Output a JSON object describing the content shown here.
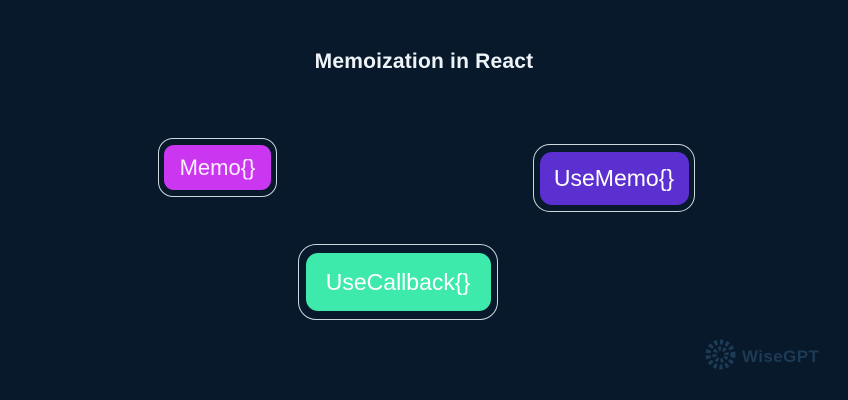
{
  "title": "Memoization in React",
  "nodes": [
    {
      "id": "memo",
      "label": "Memo{}",
      "fill": "#CB36F1"
    },
    {
      "id": "usememo",
      "label": "UseMemo{}",
      "fill": "#5B2FD0"
    },
    {
      "id": "usecallback",
      "label": "UseCallback{}",
      "fill": "#3EE9AC"
    }
  ],
  "colors": {
    "background": "#07192A",
    "outline_ring": "#DFE8F0",
    "node_text": "#FFFFFF",
    "title_text": "#EEF3F7",
    "watermark": "#1D3B54"
  },
  "watermark": {
    "brand": "WiseGPT",
    "icon": "swirl-logo-icon"
  }
}
